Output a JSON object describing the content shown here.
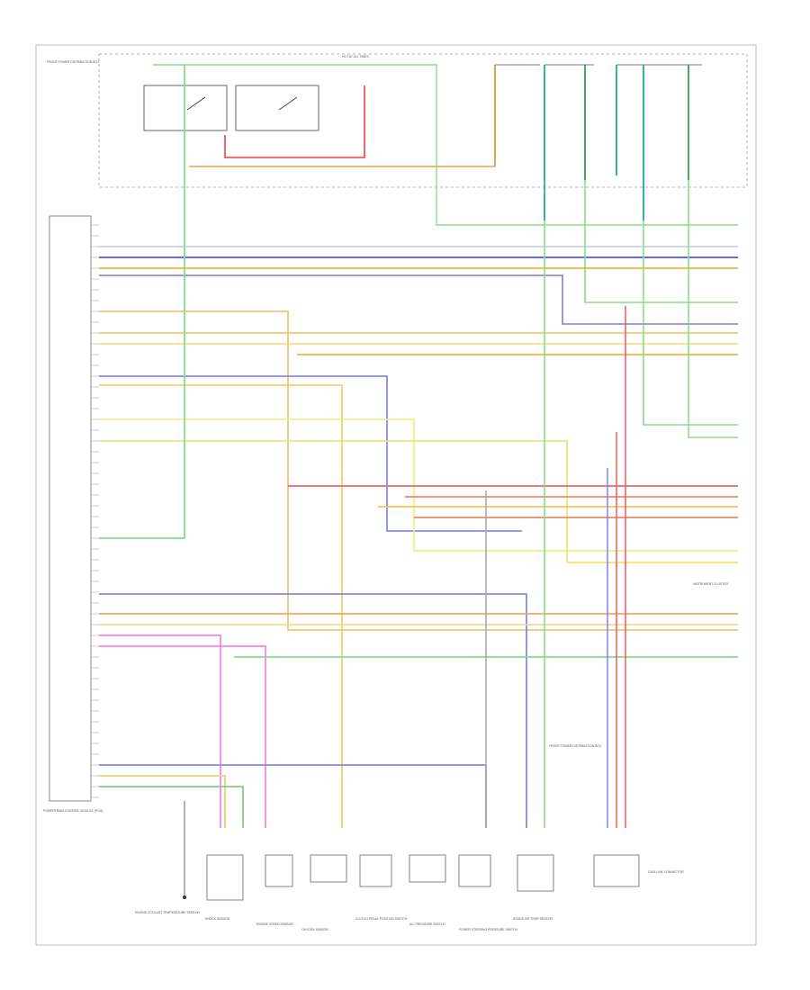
{
  "diagram": {
    "top_bus_label": "HOT AT ALL TIMES",
    "power_box_label": "FRONT POWER DISTRIBUTION BOX",
    "left_module_label": "POWERTRAIN CONTROL MODULE (PCM)",
    "center_ground_label": "FRONT POWER DISTRIBUTION BOX",
    "components": [
      "ENGINE COOLANT TEMPERATURE SENSOR",
      "KNOCK SENSOR",
      "ENGINE SPEED SENSOR",
      "OXYGEN SENSOR",
      "CLUTCH PEDAL POSITION SWITCH",
      "A/C PRESSURE SWITCH",
      "POWER STEERING PRESSURE SWITCH",
      "INTAKE AIR TEMP SENSOR",
      "DATA LINK CONNECTOR"
    ],
    "right_connector_label": "INSTRUMENT CLUSTER",
    "footer_code": ""
  }
}
